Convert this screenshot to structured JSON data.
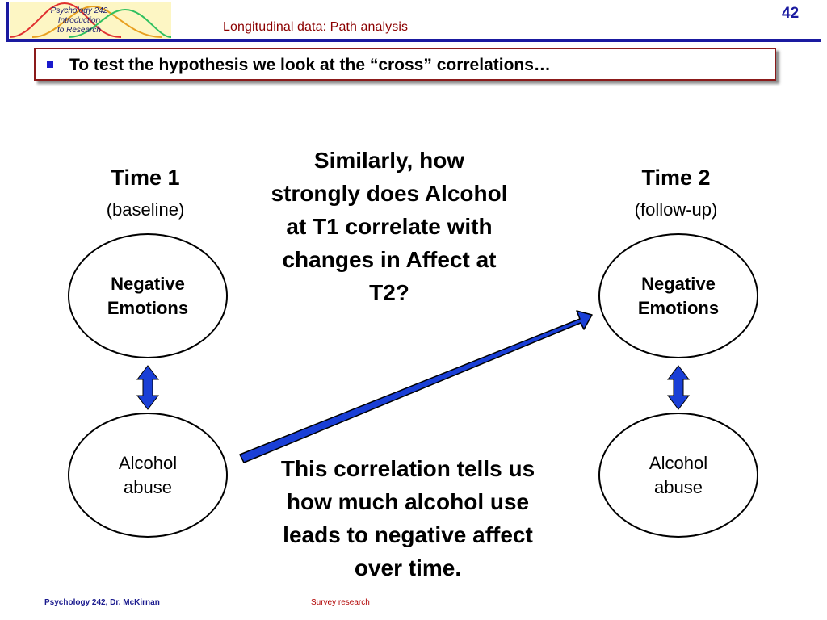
{
  "header": {
    "logo_text": "Psychology 242\nIntroduction\nto Research",
    "title": "Longitudinal data: Path analysis",
    "slide_number": "42"
  },
  "bullet": {
    "text": "To test the hypothesis we look at the “cross” correlations…"
  },
  "time1": {
    "title": "Time 1",
    "subtitle": "(baseline)"
  },
  "time2": {
    "title": "Time 2",
    "subtitle": "(follow-up)"
  },
  "nodes": {
    "t1_negative": "Negative\nEmotions",
    "t1_alcohol": "Alcohol\nabuse",
    "t2_negative": "Negative\nEmotions",
    "t2_alcohol": "Alcohol\nabuse"
  },
  "question_text": "Similarly, how\nstrongly does Alcohol\nat T1 correlate with\nchanges in Affect at\nT2?",
  "explanation_text": "This correlation tells us\nhow much alcohol use\nleads to negative affect\nover time.",
  "footer": {
    "author": "Psychology 242, Dr. McKirnan",
    "topic": "Survey research"
  },
  "colors": {
    "arrow_fill": "#1a3fd6",
    "arrow_outline": "#000000",
    "title_color": "#8b0000",
    "slide_number_color": "#1a1aa0"
  }
}
